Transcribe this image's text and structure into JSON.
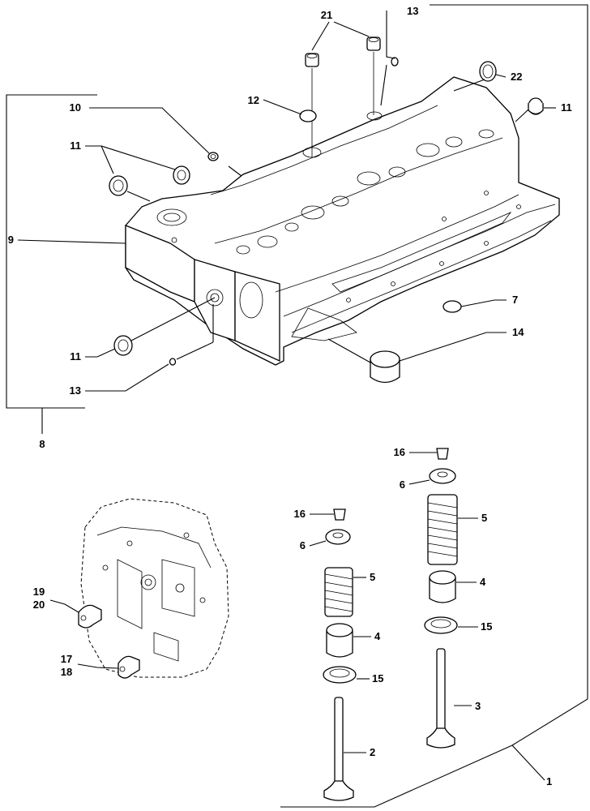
{
  "callouts": {
    "c1": "1",
    "c2": "2",
    "c3": "3",
    "c4a": "4",
    "c4b": "4",
    "c5a": "5",
    "c5b": "5",
    "c6a": "6",
    "c6b": "6",
    "c7": "7",
    "c8": "8",
    "c9": "9",
    "c10": "10",
    "c11a": "11",
    "c11b": "11",
    "c11c": "11",
    "c12": "12",
    "c13a": "13",
    "c13b": "13",
    "c14": "14",
    "c15a": "15",
    "c15b": "15",
    "c16a": "16",
    "c16b": "16",
    "c17": "17",
    "c18": "18",
    "c19": "19",
    "c20": "20",
    "c21": "21",
    "c22": "22"
  }
}
